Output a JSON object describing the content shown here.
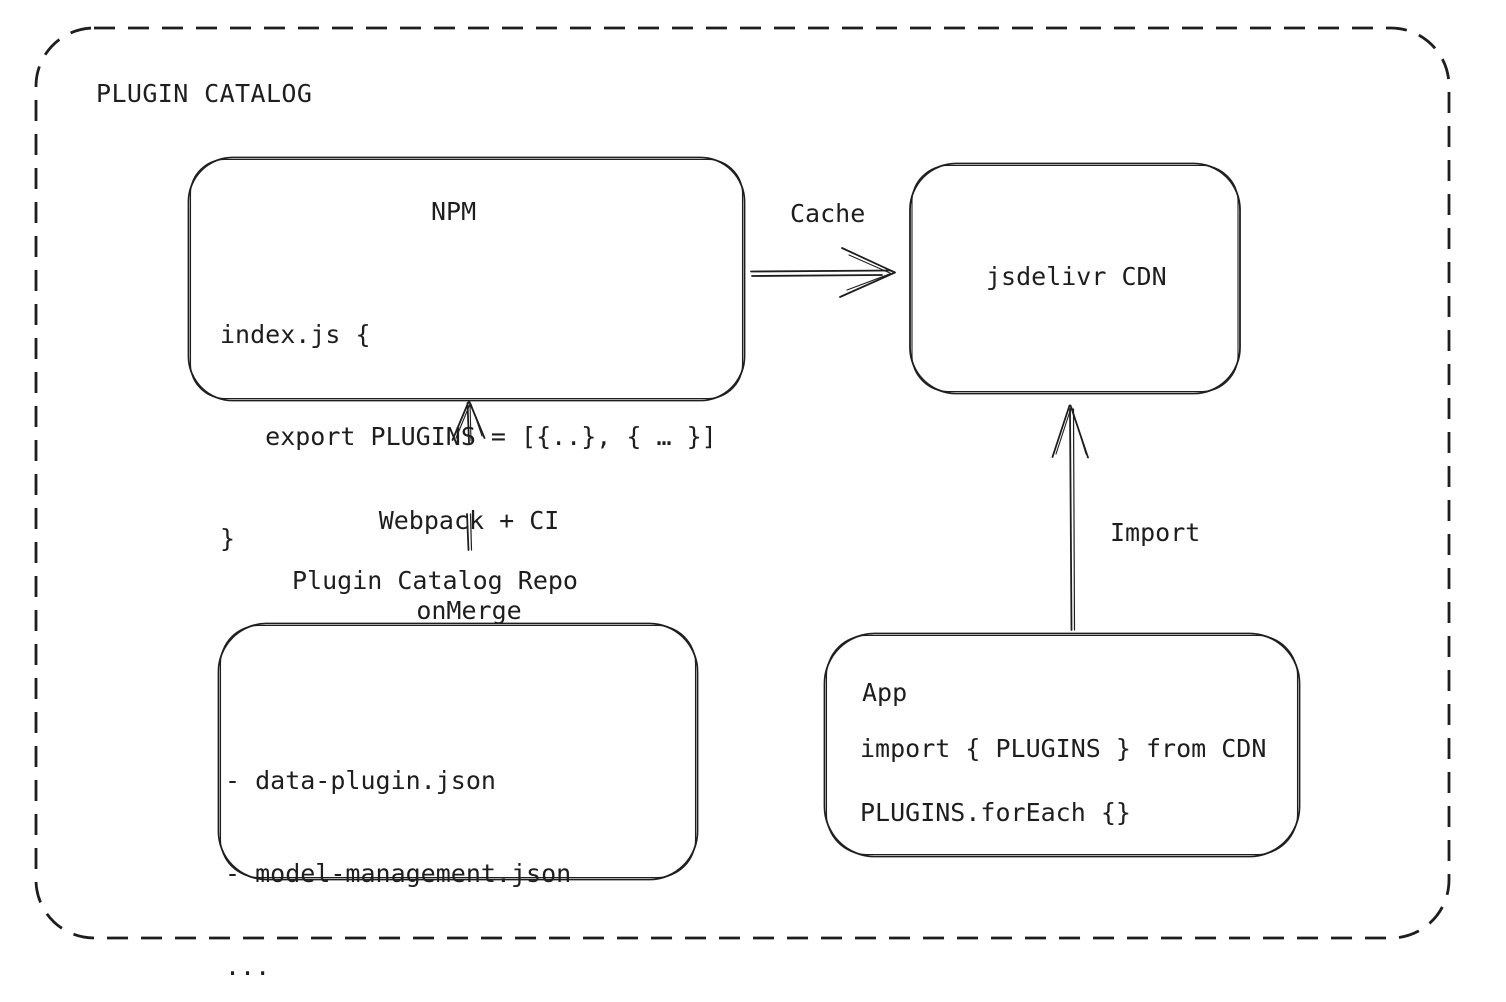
{
  "diagram": {
    "title": "PLUGIN CATALOG",
    "colors": {
      "stroke": "#1e1e1e",
      "background": "#ffffff",
      "text": "#1e1e1e"
    },
    "nodes": {
      "npm": {
        "title": "NPM",
        "code_lines": [
          "index.js {",
          "   export PLUGINS = [{..}, { … }]",
          "}"
        ]
      },
      "cdn": {
        "label": "jsdelivr CDN"
      },
      "repo": {
        "label": "Plugin Catalog Repo",
        "files": [
          "- data-plugin.json",
          "- model-management.json",
          "..."
        ]
      },
      "app": {
        "title": "App",
        "code_lines": [
          "import { PLUGINS } from CDN",
          "PLUGINS.forEach {}"
        ]
      }
    },
    "edges": {
      "cache": {
        "label": "Cache",
        "from": "NPM",
        "to": "jsdelivr CDN"
      },
      "build": {
        "label_lines": [
          "Webpack + CI",
          "onMerge"
        ],
        "from": "Plugin Catalog Repo",
        "to": "NPM"
      },
      "import": {
        "label": "Import",
        "from": "App",
        "to": "jsdelivr CDN"
      }
    }
  }
}
